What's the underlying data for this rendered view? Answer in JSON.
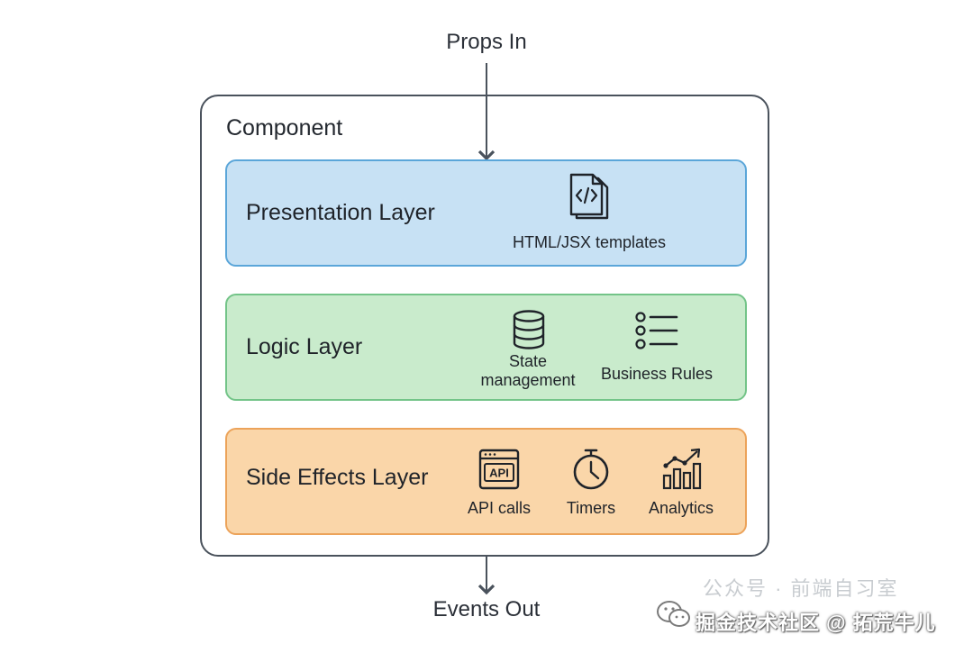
{
  "diagram": {
    "input_label": "Props In",
    "output_label": "Events Out",
    "component_title": "Component",
    "layers": [
      {
        "title": "Presentation Layer",
        "features": [
          {
            "label": "HTML/JSX templates",
            "icon": "code-file-icon"
          }
        ]
      },
      {
        "title": "Logic Layer",
        "features": [
          {
            "label_line1": "State",
            "label_line2": "management",
            "icon": "database-icon"
          },
          {
            "label": "Business Rules",
            "icon": "list-icon"
          }
        ]
      },
      {
        "title": "Side Effects Layer",
        "features": [
          {
            "label": "API calls",
            "icon": "api-window-icon",
            "icon_text": "API"
          },
          {
            "label": "Timers",
            "icon": "stopwatch-icon"
          },
          {
            "label": "Analytics",
            "icon": "analytics-chart-icon"
          }
        ]
      }
    ]
  },
  "colors": {
    "presentation_fill": "#c7e1f4",
    "presentation_border": "#5ba6d9",
    "logic_fill": "#c9ebcc",
    "logic_border": "#73c488",
    "side_effects_fill": "#fad6a9",
    "side_effects_border": "#eca35a",
    "outline": "#4a525c"
  },
  "watermark": {
    "line1": "公众号 · 前端自习室",
    "line2": "掘金技术社区 @ 拓荒牛儿"
  }
}
